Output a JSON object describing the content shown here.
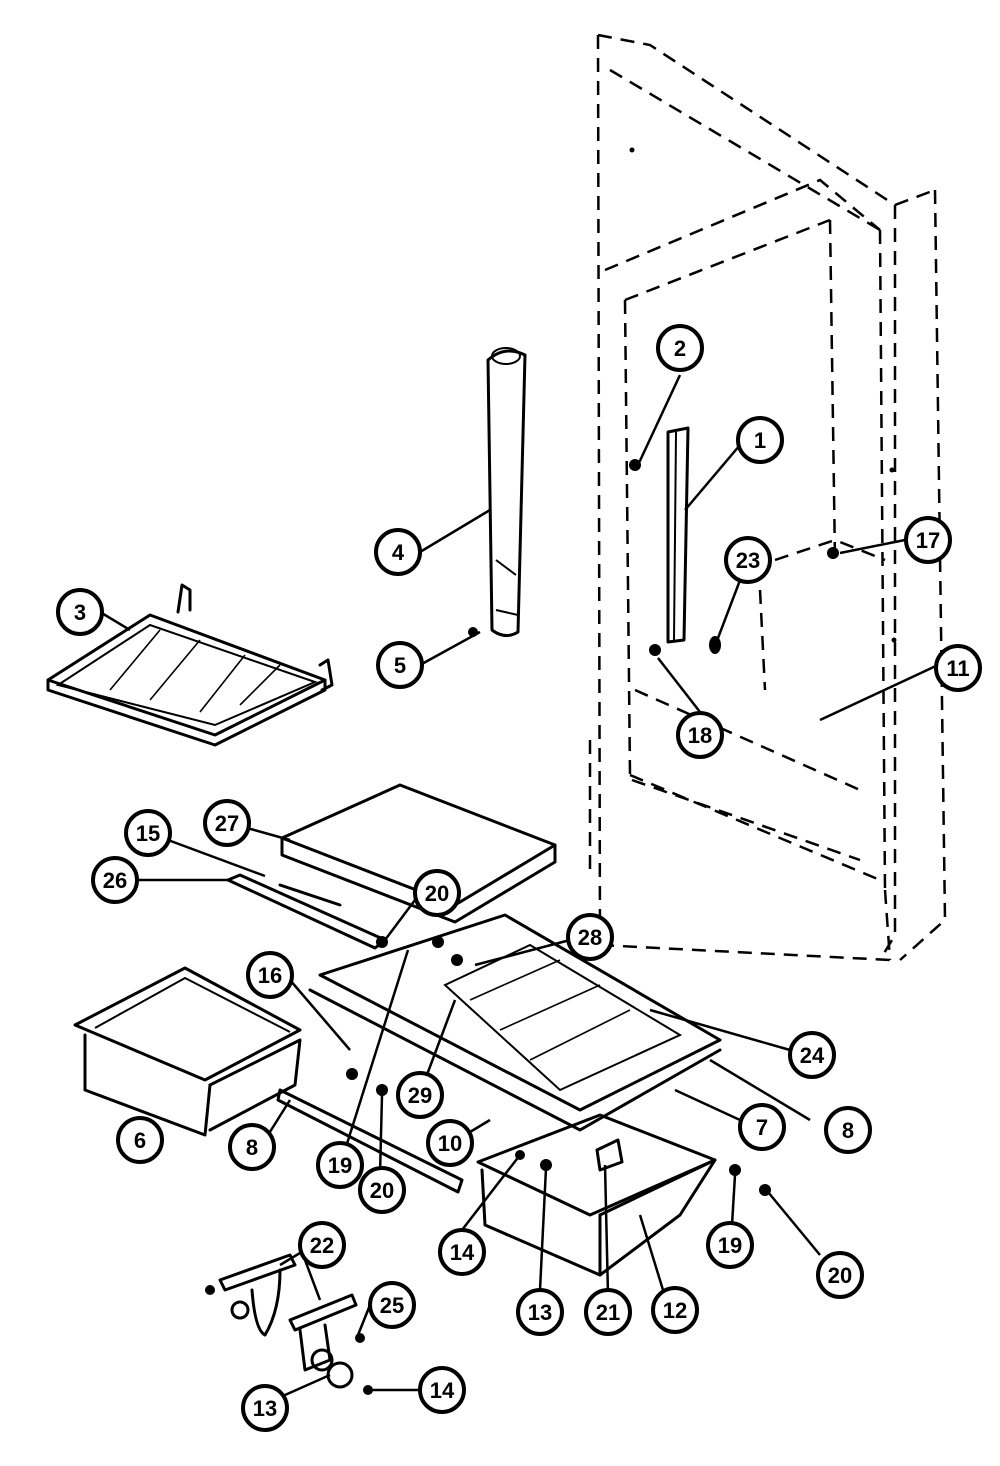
{
  "callouts": [
    {
      "id": "c1",
      "label": "1"
    },
    {
      "id": "c2",
      "label": "2"
    },
    {
      "id": "c3",
      "label": "3"
    },
    {
      "id": "c4",
      "label": "4"
    },
    {
      "id": "c5",
      "label": "5"
    },
    {
      "id": "c6",
      "label": "6"
    },
    {
      "id": "c7",
      "label": "7"
    },
    {
      "id": "c8a",
      "label": "8"
    },
    {
      "id": "c8b",
      "label": "8"
    },
    {
      "id": "c10",
      "label": "10"
    },
    {
      "id": "c11",
      "label": "11"
    },
    {
      "id": "c12",
      "label": "12"
    },
    {
      "id": "c13a",
      "label": "13"
    },
    {
      "id": "c13b",
      "label": "13"
    },
    {
      "id": "c14a",
      "label": "14"
    },
    {
      "id": "c14b",
      "label": "14"
    },
    {
      "id": "c15",
      "label": "15"
    },
    {
      "id": "c16",
      "label": "16"
    },
    {
      "id": "c17",
      "label": "17"
    },
    {
      "id": "c18",
      "label": "18"
    },
    {
      "id": "c19a",
      "label": "19"
    },
    {
      "id": "c19b",
      "label": "19"
    },
    {
      "id": "c20a",
      "label": "20"
    },
    {
      "id": "c20b",
      "label": "20"
    },
    {
      "id": "c20c",
      "label": "20"
    },
    {
      "id": "c21",
      "label": "21"
    },
    {
      "id": "c22",
      "label": "22"
    },
    {
      "id": "c23",
      "label": "23"
    },
    {
      "id": "c24",
      "label": "24"
    },
    {
      "id": "c25",
      "label": "25"
    },
    {
      "id": "c26",
      "label": "26"
    },
    {
      "id": "c27",
      "label": "27"
    },
    {
      "id": "c28",
      "label": "28"
    },
    {
      "id": "c29",
      "label": "29"
    }
  ]
}
